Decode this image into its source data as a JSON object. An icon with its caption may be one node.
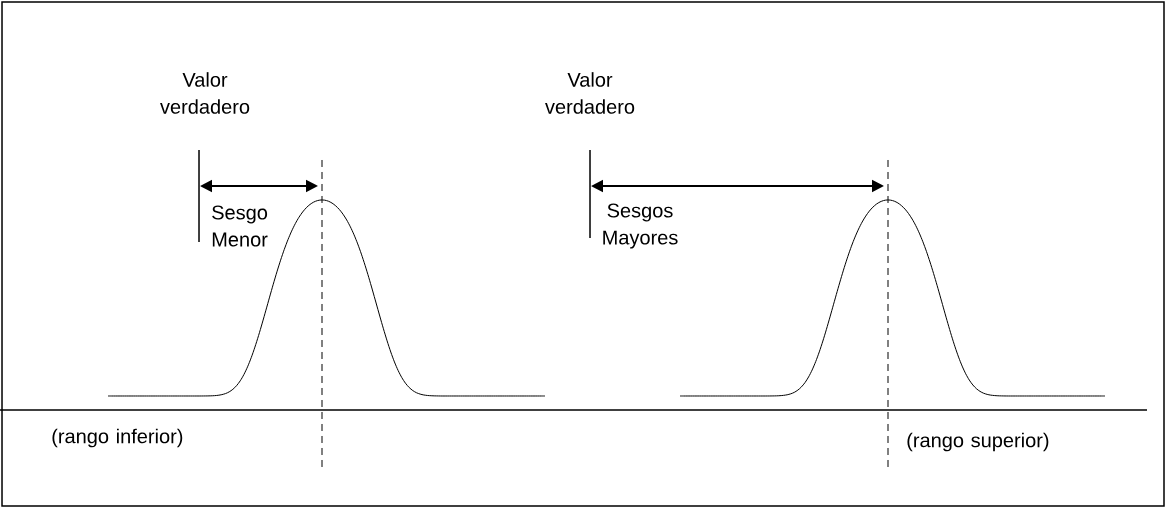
{
  "diagram": {
    "labels": [
      "Valor verdadero",
      "Valor verdadero",
      "Sesgo Menor",
      "Sesgos Mayores",
      "(rango inferior)",
      "(rango superior)"
    ]
  }
}
